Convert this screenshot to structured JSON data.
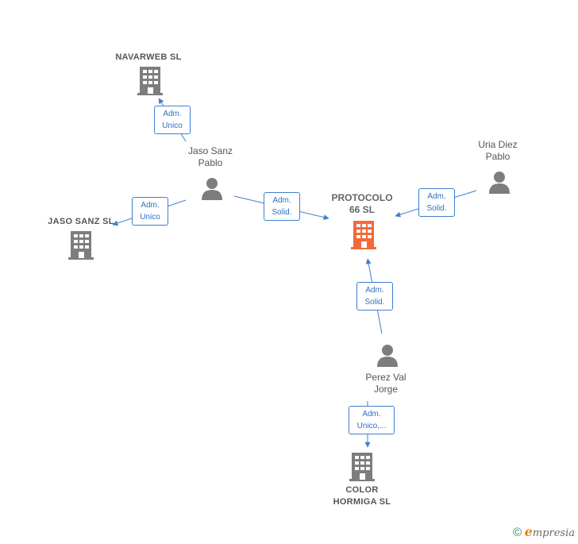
{
  "colors": {
    "company": "#7d7d7d",
    "main_company": "#f4693a",
    "person": "#7d7d7d",
    "edge": "#3f7fd0"
  },
  "nodes": {
    "navarweb": {
      "label": "NAVARWEB  SL"
    },
    "jaso_sanz_pablo": {
      "label": "Jaso Sanz\nPablo"
    },
    "jaso_sanz_sl": {
      "label": "JASO SANZ  SL"
    },
    "protocolo": {
      "label": "PROTOCOLO\n66  SL"
    },
    "uria_diez": {
      "label": "Uria Diez\nPablo"
    },
    "perez_val": {
      "label": "Perez Val\nJorge"
    },
    "color_hormiga": {
      "label": "COLOR\nHORMIGA  SL"
    }
  },
  "edges": {
    "jaso_to_navarweb": {
      "label": "Adm.\nUnico"
    },
    "jaso_to_jasosanz": {
      "label": "Adm.\nUnico"
    },
    "jaso_to_protocolo": {
      "label": "Adm.\nSolid."
    },
    "uria_to_protocolo": {
      "label": "Adm.\nSolid."
    },
    "perez_to_protocolo": {
      "label": "Adm.\nSolid."
    },
    "perez_to_color": {
      "label": "Adm.\nUnico,..."
    }
  },
  "footer": {
    "copyright": "©",
    "brand_initial": "e",
    "brand_rest": "mpresia"
  }
}
